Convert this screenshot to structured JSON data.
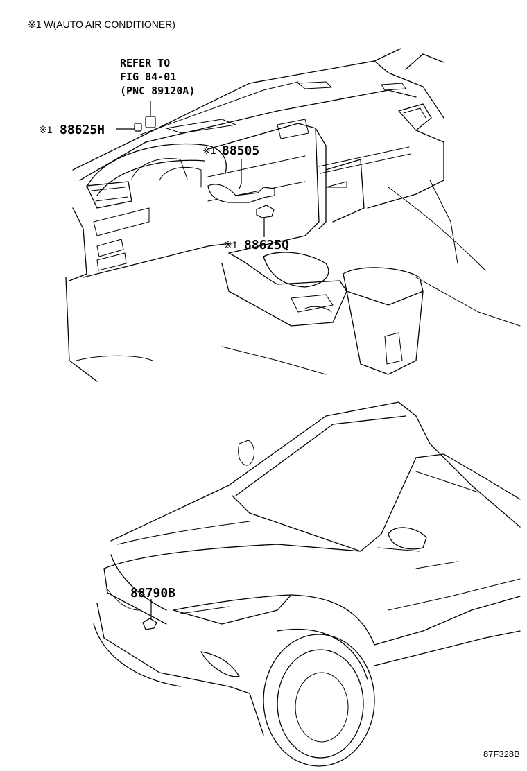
{
  "header_note": "※1 W(AUTO AIR CONDITIONER)",
  "reference": {
    "line1": "REFER TO",
    "line2": "FIG 84-01",
    "line3": "(PNC 89120A)"
  },
  "callouts": {
    "h88625h": {
      "mark": "※1",
      "part": "88625H"
    },
    "h88505": {
      "mark": "※1",
      "part": "88505"
    },
    "h88625q": {
      "mark": "※1",
      "part": "88625Q"
    },
    "h88790b": {
      "mark": "",
      "part": "88790B"
    }
  },
  "figure_code": "87F328B"
}
